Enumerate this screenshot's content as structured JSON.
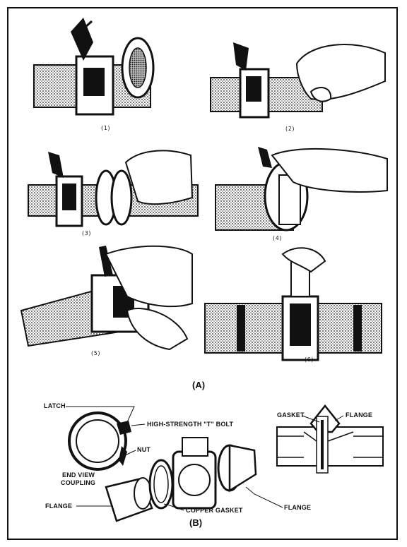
{
  "steps": [
    "(1)",
    "(2)",
    "(3)",
    "(4)",
    "(5)",
    "(6)"
  ],
  "section_labels": {
    "a": "(A)",
    "b": "(B)"
  },
  "callouts": {
    "latch": "LATCH",
    "t_bolt": "HIGH-STRENGTH \"T\" BOLT",
    "nut": "NUT",
    "end_view_1": "END VIEW",
    "end_view_2": "COUPLING",
    "flange_left": "FLANGE",
    "copper_gasket": "COPPER GASKET",
    "flange_right": "FLANGE",
    "gasket_section": "GASKET",
    "flange_section": "FLANGE"
  },
  "colors": {
    "ink": "#111111",
    "paper": "#ffffff",
    "shade": "#555555"
  }
}
